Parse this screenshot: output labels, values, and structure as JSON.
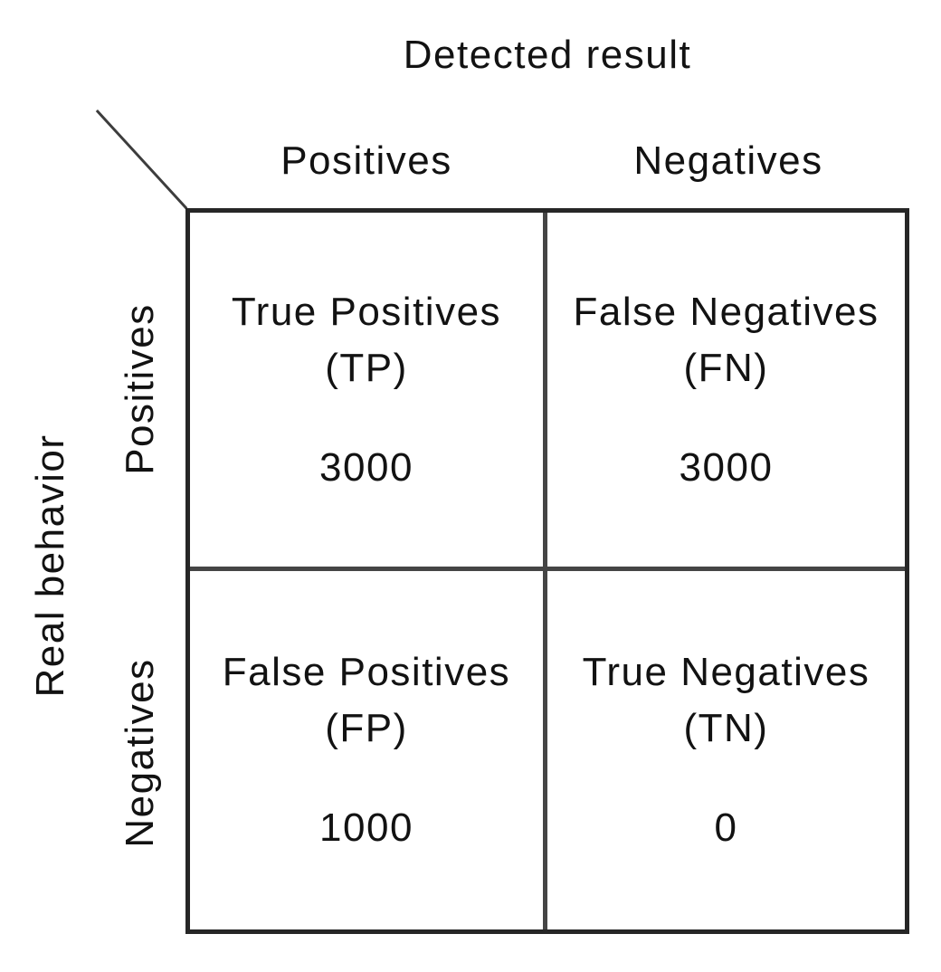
{
  "page": {
    "background": "#ffffff",
    "text_color": "#121212",
    "outer_border_color": "#262626",
    "inner_line_color": "#454545",
    "diagonal_line_color": "#3d3d3d"
  },
  "matrix": {
    "col_axis_title": "Detected result",
    "row_axis_title": "Real behavior",
    "col_headers": [
      "Positives",
      "Negatives"
    ],
    "row_headers": [
      "Positives",
      "Negatives"
    ],
    "cells": [
      {
        "label": "True Positives",
        "abbr": "(TP)",
        "value": "3000"
      },
      {
        "label": "False Negatives",
        "abbr": "(FN)",
        "value": "3000"
      },
      {
        "label": "False Positives",
        "abbr": "(FP)",
        "value": "1000"
      },
      {
        "label": "True Negatives",
        "abbr": "(TN)",
        "value": "0"
      }
    ]
  },
  "chart_data": {
    "type": "table",
    "title": "Detected result",
    "col_axis_label": "Detected result",
    "row_axis_label": "Real behavior",
    "columns": [
      "Positives",
      "Negatives"
    ],
    "rows": [
      "Positives",
      "Negatives"
    ],
    "values": [
      [
        3000,
        3000
      ],
      [
        1000,
        0
      ]
    ],
    "cell_names": [
      [
        "True Positives (TP)",
        "False Negatives (FN)"
      ],
      [
        "False Positives (FP)",
        "True Negatives (TN)"
      ]
    ]
  }
}
